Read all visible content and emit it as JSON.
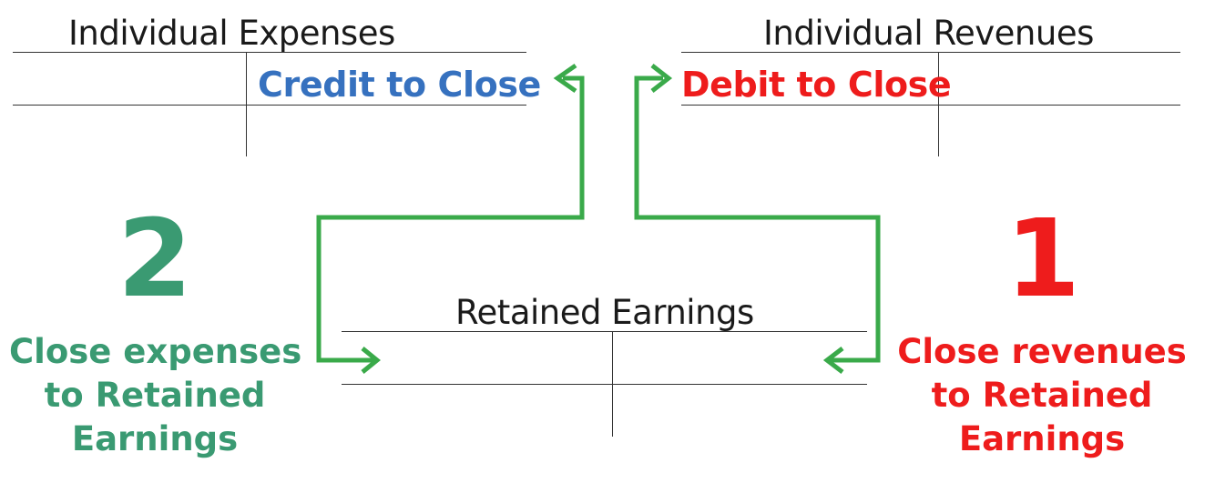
{
  "colors": {
    "expense_accent": "#3a9a72",
    "revenue_accent": "#ee1c1c",
    "credit_blue": "#3671bf",
    "arrow_green": "#3aaa4a"
  },
  "expenses_account": {
    "title": "Individual Expenses",
    "credit_label": "Credit to Close"
  },
  "revenues_account": {
    "title": "Individual Revenues",
    "debit_label": "Debit to Close"
  },
  "retained_earnings_account": {
    "title": "Retained Earnings"
  },
  "step_expenses": {
    "number": "2",
    "description": [
      "Close expenses",
      "to Retained",
      "Earnings"
    ]
  },
  "step_revenues": {
    "number": "1",
    "description": [
      "Close revenues",
      "to Retained",
      "Earnings"
    ]
  }
}
